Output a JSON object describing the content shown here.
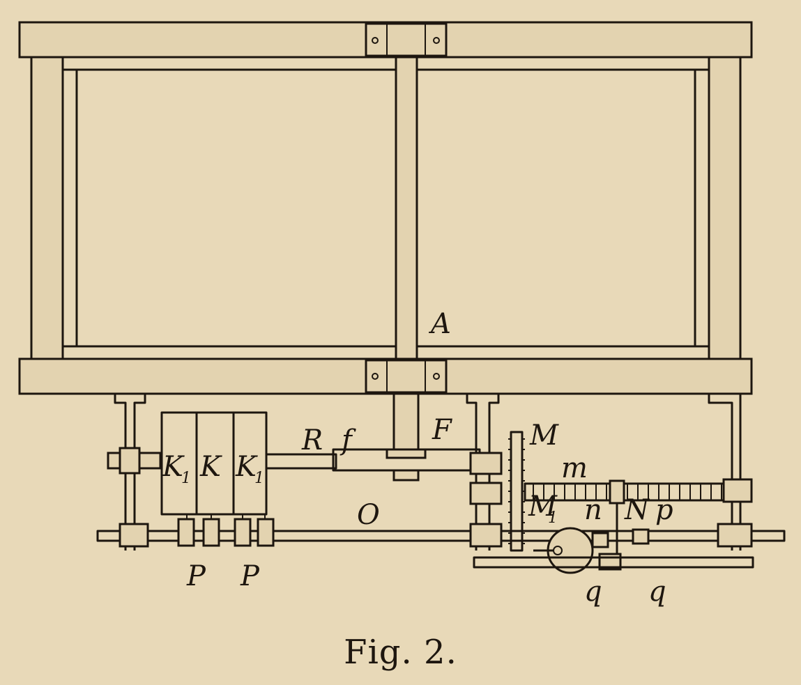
{
  "figure": {
    "caption": "Fig. 2.",
    "labels": {
      "A": "A",
      "R": "R",
      "f": "f",
      "F": "F",
      "M": "M",
      "m": "m",
      "K": "K",
      "K1_main": "K",
      "K1_sub": "1",
      "K1b_main": "K",
      "K1b_sub": "1",
      "M1_main": "M",
      "M1_sub": "1",
      "O": "O",
      "n": "n",
      "N": "N",
      "p": "p",
      "P1": "P",
      "P2": "P",
      "q1": "q",
      "q2": "q"
    }
  },
  "colors": {
    "paper": "#e8d9b8",
    "ink": "#1d160f"
  }
}
